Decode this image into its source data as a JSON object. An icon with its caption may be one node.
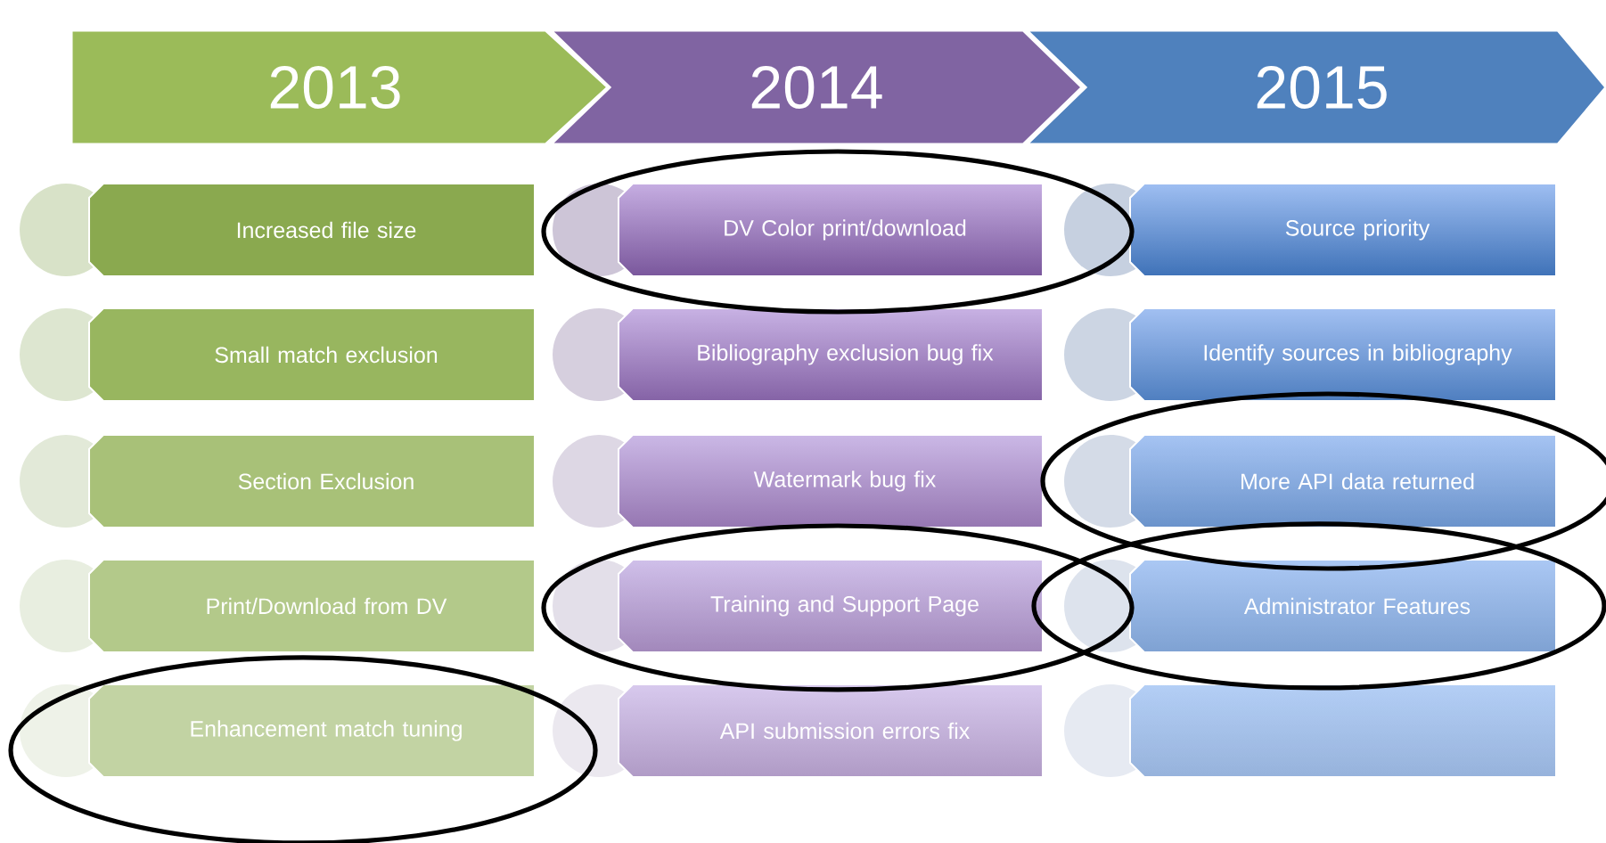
{
  "diagram": {
    "nodes": [
      {
        "text": [
          "2013"
        ]
      },
      {
        "text": [
          "Increased file size"
        ]
      },
      {
        "text": [
          "Small match exclusion"
        ]
      },
      {
        "text": [
          "Section Exclusion"
        ]
      },
      {
        "text": [
          "Print/Download from DV"
        ]
      },
      {
        "text": [
          "Enhancement match tuning"
        ]
      },
      {
        "text": [
          "2014"
        ]
      },
      {
        "text": [
          "DV Color print/download"
        ]
      },
      {
        "text": [
          "Bibliography exclusion bug fix"
        ]
      },
      {
        "text": [
          "Watermark bug fix"
        ]
      },
      {
        "text": [
          "Training and Support Page"
        ]
      },
      {
        "text": [
          "API submission errors fix"
        ]
      },
      {
        "text": [
          "2015"
        ]
      },
      {
        "text": [
          "Source priority"
        ]
      },
      {
        "text": [
          "Identify sources in bibliography"
        ]
      },
      {
        "text": [
          "More API data returned"
        ]
      },
      {
        "text": [
          "Administrator Features"
        ]
      },
      {
        "text": [],
        "shape": "box"
      }
    ],
    "edges": []
  }
}
